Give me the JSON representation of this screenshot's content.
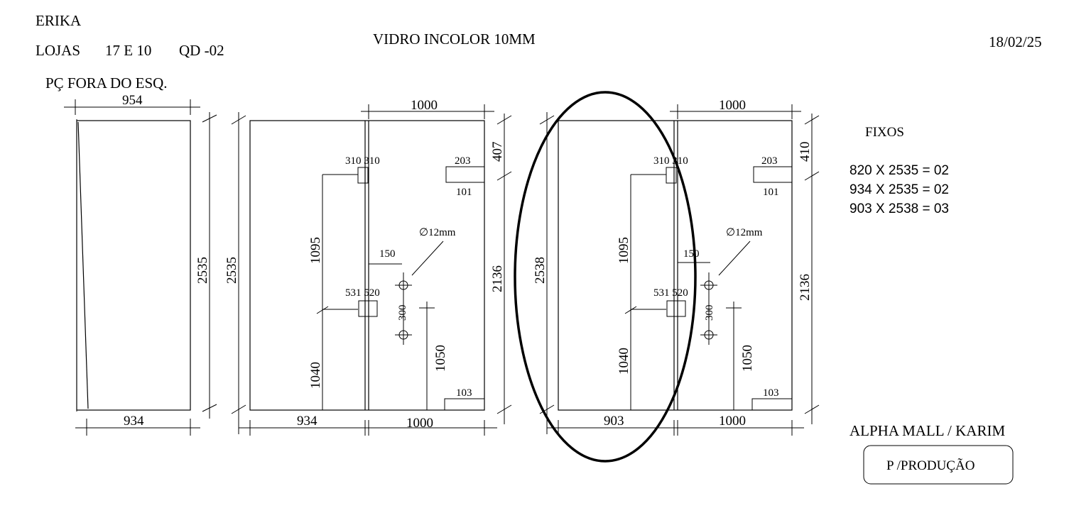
{
  "header": {
    "client": "ERIKA",
    "stores_label": "LOJAS",
    "stores_numbers": "17 E 10",
    "qd": "QD -02",
    "glass_type": "VIDRO INCOLOR 10MM",
    "date": "18/02/25",
    "out_of_square_note": "PÇ FORA DO ESQ."
  },
  "panel1": {
    "top_width": "954",
    "bottom_width": "934",
    "height": "2535"
  },
  "panel2": {
    "height": "2535",
    "door_width_top": "1000",
    "top_offset": "407",
    "hinge_left_labels": "310 310",
    "top_right_box_top": "203",
    "top_right_box_bottom": "101",
    "upper_height": "1095",
    "lower_height": "1040",
    "hole_diameter": "∅12mm",
    "handle_offset": "150",
    "mid_hinge_labels": "531 520",
    "hole_spacing": "300",
    "door_height": "2136",
    "lower_handle_height": "1050",
    "bottom_box": "103",
    "fixed_width": "934",
    "door_width_bottom": "1000"
  },
  "panel3": {
    "height": "2538",
    "door_width_top": "1000",
    "top_offset": "410",
    "hinge_left_labels": "310 310",
    "top_right_box_top": "203",
    "top_right_box_bottom": "101",
    "upper_height": "1095",
    "lower_height": "1040",
    "hole_diameter": "∅12mm",
    "handle_offset": "150",
    "mid_hinge_labels": "531 520",
    "hole_spacing": "300",
    "door_height": "2136",
    "lower_handle_height": "1050",
    "bottom_box": "103",
    "fixed_width": "903",
    "door_width_bottom": "1000"
  },
  "fixos": {
    "title": "FIXOS",
    "items": [
      "820 X 2535 = 02",
      "934 X 2535 = 02",
      "903 X 2538 = 03"
    ]
  },
  "footer": {
    "project": "ALPHA MALL / KARIM",
    "status": "P /PRODUÇÃO"
  }
}
